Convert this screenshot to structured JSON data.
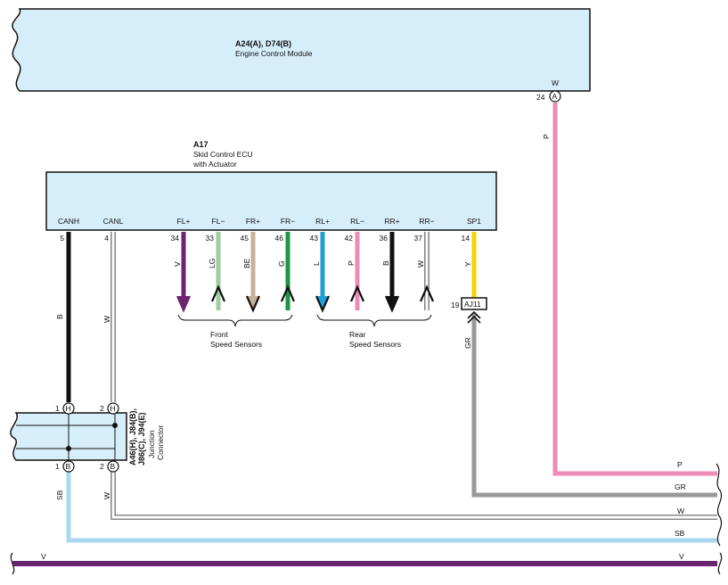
{
  "ecm": {
    "code": "A24(A), D74(B)",
    "name": "Engine Control Module",
    "output_pin": "24",
    "output_connector": "A",
    "output_color": "W"
  },
  "skid_ecu": {
    "code": "A17",
    "name_line1": "Skid Control ECU",
    "name_line2": "with Actuator",
    "terminals": [
      {
        "label": "CANH",
        "pin": "5",
        "wire": "B"
      },
      {
        "label": "CANL",
        "pin": "4",
        "wire": "W"
      },
      {
        "label": "FL+",
        "pin": "34",
        "wire": "V"
      },
      {
        "label": "FL−",
        "pin": "33",
        "wire": "LG"
      },
      {
        "label": "FR+",
        "pin": "45",
        "wire": "BE"
      },
      {
        "label": "FR−",
        "pin": "46",
        "wire": "G"
      },
      {
        "label": "RL+",
        "pin": "43",
        "wire": "L"
      },
      {
        "label": "RL−",
        "pin": "42",
        "wire": "P"
      },
      {
        "label": "RR+",
        "pin": "36",
        "wire": "B"
      },
      {
        "label": "RR−",
        "pin": "37",
        "wire": "W"
      },
      {
        "label": "SP1",
        "pin": "14",
        "wire": "Y"
      }
    ]
  },
  "sensor_groups": [
    {
      "line1": "Front",
      "line2": "Speed Sensors"
    },
    {
      "line1": "Rear",
      "line2": "Speed Sensors"
    }
  ],
  "aj11": {
    "label": "AJ11",
    "pin": "19",
    "wire_below": "GR"
  },
  "ecm_wire": {
    "color": "P"
  },
  "junction": {
    "code_line1": "A46(H), J84(B),",
    "code_line2": "J86(C), J94(E)",
    "name_line1": "Junction",
    "name_line2": "Connector",
    "top_pins": [
      {
        "pin": "1",
        "connector": "H"
      },
      {
        "pin": "2",
        "connector": "H"
      }
    ],
    "bottom_pins": [
      {
        "pin": "1",
        "connector": "B"
      },
      {
        "pin": "2",
        "connector": "B"
      }
    ],
    "bottom_wires": [
      "SB",
      "W"
    ]
  },
  "bus_lines": [
    {
      "label": "P",
      "color": "#ee8ab8"
    },
    {
      "label": "GR",
      "color": "#999999"
    },
    {
      "label": "W",
      "color": "#ffffff"
    },
    {
      "label": "SB",
      "color": "#a9d8f0"
    },
    {
      "label": "V",
      "color": "#6b2472"
    }
  ],
  "colors": {
    "box_fill": "#d6eef9",
    "V": "#6b2472",
    "LG": "#9ccf9c",
    "BE": "#c6b29a",
    "G": "#1a9646",
    "L": "#1d9fdb",
    "P": "#ee8ab8",
    "B": "#111111",
    "W": "#ffffff",
    "Y": "#f5d400",
    "GR": "#999999",
    "SB": "#a9d8f0"
  }
}
